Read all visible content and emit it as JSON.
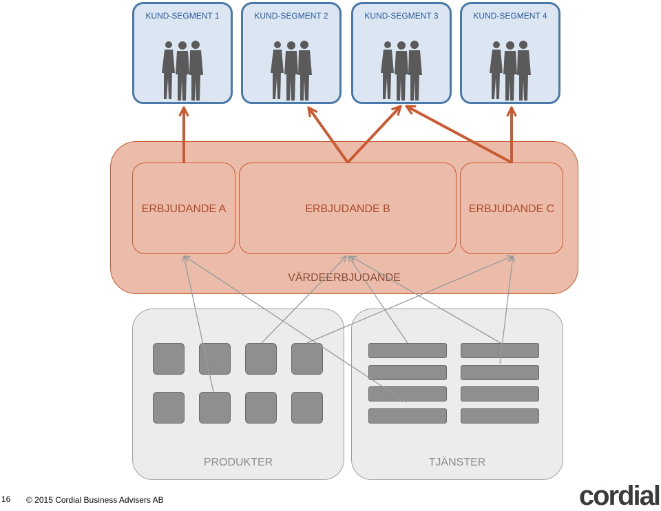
{
  "segments": [
    {
      "label": "KUND-SEGMENT 1"
    },
    {
      "label": "KUND-SEGMENT 2"
    },
    {
      "label": "KUND-SEGMENT 3"
    },
    {
      "label": "KUND-SEGMENT 4"
    }
  ],
  "value_proposition": {
    "label": "VÄRDEERBJUDANDE",
    "offers": [
      {
        "label": "ERBJUDANDE A"
      },
      {
        "label": "ERBJUDANDE B"
      },
      {
        "label": "ERBJUDANDE C"
      }
    ]
  },
  "products": {
    "label": "PRODUKTER"
  },
  "services": {
    "label": "TJÄNSTER"
  },
  "footer": {
    "page_number": "16",
    "copyright": "© 2015 Cordial Business Advisers AB",
    "logo": "cordial"
  },
  "colors": {
    "segment_fill": "#dce6f2",
    "segment_border": "#4a78a8",
    "offer_fill": "#ebbcaa",
    "offer_border": "#c95a32",
    "arrow_orange": "#c95a32",
    "arrow_gray": "#999999",
    "group_fill": "#ececec",
    "block_fill": "#8f8f8f"
  },
  "icons": {
    "segment_people": "people-silhouette-icon"
  }
}
